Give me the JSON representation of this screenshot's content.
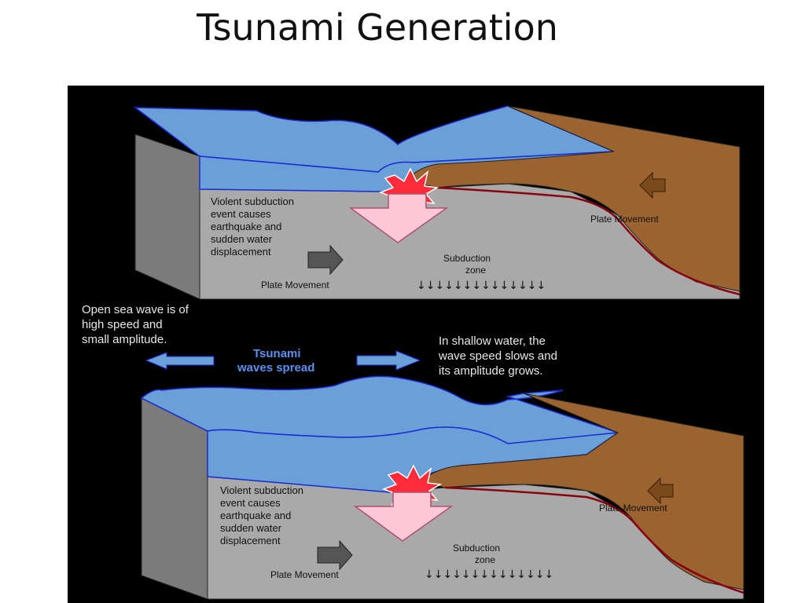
{
  "title": "Tsunami Generation",
  "top_panel": {
    "event_text": [
      "Violent subduction",
      "event causes",
      "earthquake and",
      "sudden water",
      "displacement"
    ],
    "plate_movement_left": "Plate Movement",
    "plate_movement_right": "Plate Movement",
    "subduction_zone": [
      "Subduction",
      "zone"
    ],
    "down_arrows": "↓↓↓↓↓↓↓↓↓↓↓↓↓↓"
  },
  "middle": {
    "open_sea_note": [
      "Open sea wave is of",
      "high speed and",
      "small amplitude."
    ],
    "tsunami_label": [
      "Tsunami",
      "waves spread"
    ],
    "shallow_note": [
      "In shallow water, the",
      "wave speed slows and",
      "its amplitude grows."
    ]
  },
  "bottom_panel": {
    "event_text": [
      "Violent subduction",
      "event causes",
      "earthquake and",
      "sudden water",
      "displacement"
    ],
    "plate_movement_left": "Plate Movement",
    "plate_movement_right": "Plate Movement",
    "subduction_zone": [
      "Subduction",
      "zone"
    ],
    "down_arrows": "↓↓↓↓↓↓↓↓↓↓↓↓↓↓"
  },
  "colors": {
    "water": "#6a9fd8",
    "water_edge": "#1a2bd0",
    "land": "#9a6330",
    "seabed": "#a9a9a9",
    "blast": "#ff2a3a",
    "arrow_pink": "#ffc8d8",
    "arrow_dark": "#555555",
    "arrow_brown": "#7a4a1a"
  }
}
